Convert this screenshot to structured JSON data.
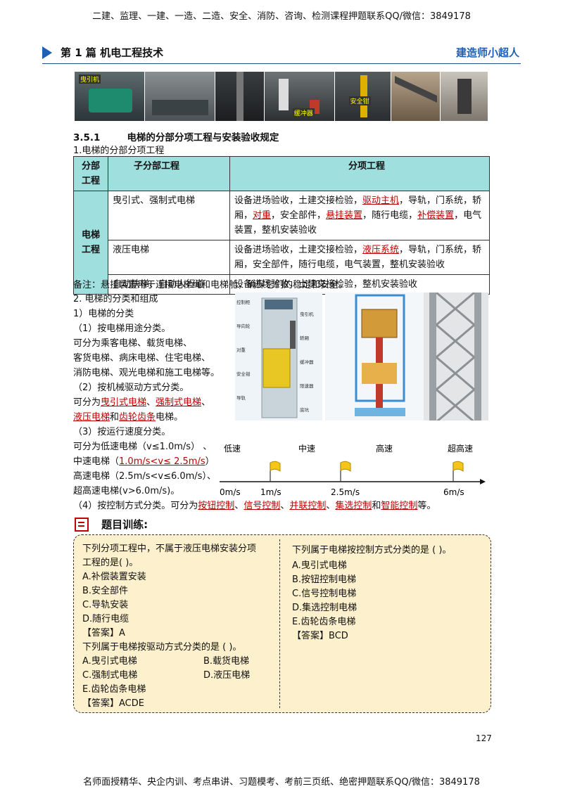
{
  "top_banner": "二建、监理、一建、一造、二造、安全、消防、咨询、检测课程押题联系QQ/微信：3849178",
  "header": {
    "title": "第 1 篇 机电工程技术",
    "author": "建造师小超人"
  },
  "photo_labels": [
    "曳引机",
    "",
    "",
    "缓冲器",
    "安全钳",
    "",
    ""
  ],
  "section": {
    "number": "3.5.1",
    "title": "电梯的分部分项工程与安装验收规定"
  },
  "sub1": "1.电梯的分部分项工程",
  "table": {
    "headers": [
      "分部工程",
      "子分部工程",
      "分项工程"
    ],
    "group": "电梯工程",
    "rows": [
      {
        "sub": "曳引式、强制式电梯",
        "parts": [
          [
            "设备进场验收，土建交接检验，",
            0
          ],
          [
            "驱动主机",
            1
          ],
          [
            "，导轨，门系统，轿厢，",
            0
          ],
          [
            "对重",
            1
          ],
          [
            "，安全部件，",
            0
          ],
          [
            "悬挂装置",
            1
          ],
          [
            "，随行电缆，",
            0
          ],
          [
            "补偿装置",
            1
          ],
          [
            "，电气装置，整机安装验收",
            0
          ]
        ]
      },
      {
        "sub": "液压电梯",
        "parts": [
          [
            "设备进场验收，土建交接检验，",
            0
          ],
          [
            "液压系统",
            1
          ],
          [
            "，导轨，门系统，轿厢，安全部件，随行电缆，电气装置，整机安装验收",
            0
          ]
        ]
      },
      {
        "sub": "自动扶梯、自动人行道",
        "parts": [
          [
            "设备进场验收，土建交接检验，整机安装验收",
            0
          ]
        ]
      }
    ]
  },
  "note": "备注：悬挂装置用于连接电梯绳和电梯舱，确保它们的稳定和安全。",
  "sec2": {
    "title": "2. 电梯的分类和组成",
    "l1": "1）电梯的分类",
    "l2": "（1）按电梯用途分类。",
    "l3": "可分为乘客电梯、载货电梯、",
    "l4": "客货电梯、病床电梯、住宅电梯、",
    "l5": "消防电梯、观光电梯和施工电梯等。",
    "l6": "（2）按机械驱动方式分类。",
    "l7a": "可分为",
    "l7b": "曳引式电梯",
    "l7c": "、",
    "l7d": "强制式电梯",
    "l7e": "、",
    "l8a": "液压电梯",
    "l8b": "和",
    "l8c": "齿轮齿条",
    "l8d": "电梯。",
    "l9": "（3）按运行速度分类。",
    "l10": "可分为低速电梯（v≤1.0m/s）  、",
    "l11a": "中速电梯（",
    "l11b": "1.0m/s<v≤  2.5m/s",
    "l11c": "）",
    "l12": "  高速电梯（2.5m/s<v≤6.0m/s）、",
    "l13": "超高速电梯(v>6.0m/s)。",
    "l14a": "（4）按控制方式分类。可分为",
    "l14b": "按钮控制",
    "l14c": "、",
    "l14d": "信号控制",
    "l14e": "、",
    "l14f": "并联控制",
    "l14g": "、",
    "l14h": "集选控制",
    "l14i": "和",
    "l14j": "智能控制",
    "l14k": "等。"
  },
  "speed_scale": {
    "categories": [
      "低速",
      "中速",
      "高速",
      "超高速"
    ],
    "ticks": [
      "0m/s",
      "1m/s",
      "2.5m/s",
      "6m/s"
    ]
  },
  "diagram_labels": [
    "控制柜",
    "曳引机",
    "导向轮",
    "轿厢",
    "对重",
    "缓冲器",
    "安全钳",
    "限速器",
    "导轨",
    "底坑"
  ],
  "training": {
    "title": "题目训练:",
    "q1": {
      "stem1": "下列分项工程中，不属于液压电梯安装分项",
      "stem2": "工程的是(       )。",
      "opts": [
        "A.补偿装置安装",
        "B.安全部件",
        "C.导轨安装",
        "D.随行电缆"
      ],
      "answer": "【答案】A"
    },
    "q2": {
      "stem": "下列属于电梯按驱动方式分类的是 (       )。",
      "opts": [
        "A.曳引式电梯",
        "B.载货电梯",
        "C.强制式电梯",
        "D.液压电梯",
        "E.齿轮齿条电梯"
      ],
      "answer": "【答案】ACDE"
    },
    "q3": {
      "stem": "下列属于电梯按控制方式分类的是 (       )。",
      "opts": [
        "A.曳引式电梯",
        "B.按钮控制电梯",
        "C.信号控制电梯",
        "D.集选控制电梯",
        "E.齿轮齿条电梯"
      ],
      "answer": "【答案】BCD"
    }
  },
  "page_number": "127",
  "footer": "名师面授精华、央企内训、考点串讲、习题模考、考前三页纸、绝密押题联系QQ/微信：3849178"
}
